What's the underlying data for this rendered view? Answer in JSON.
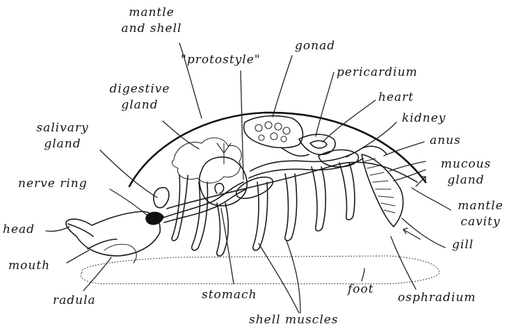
{
  "labels": {
    "mantle_and_shell": [
      "mantle",
      "and shell"
    ],
    "protostyle": "\"protostyle\"",
    "gonad": "gonad",
    "pericardium": "pericardium",
    "digestive_gland": [
      "digestive",
      "gland"
    ],
    "heart": "heart",
    "kidney": "kidney",
    "salivary_gland": [
      "salivary",
      "gland"
    ],
    "anus": "anus",
    "mucous_gland": [
      "mucous",
      "gland"
    ],
    "nerve_ring": "nerve ring",
    "mantle_cavity": [
      "mantle",
      "cavity"
    ],
    "head": "head",
    "gill": "gill",
    "mouth": "mouth",
    "radula": "radula",
    "stomach": "stomach",
    "foot": "foot",
    "osphradium": "osphradium",
    "shell_muscles": "shell muscles"
  }
}
